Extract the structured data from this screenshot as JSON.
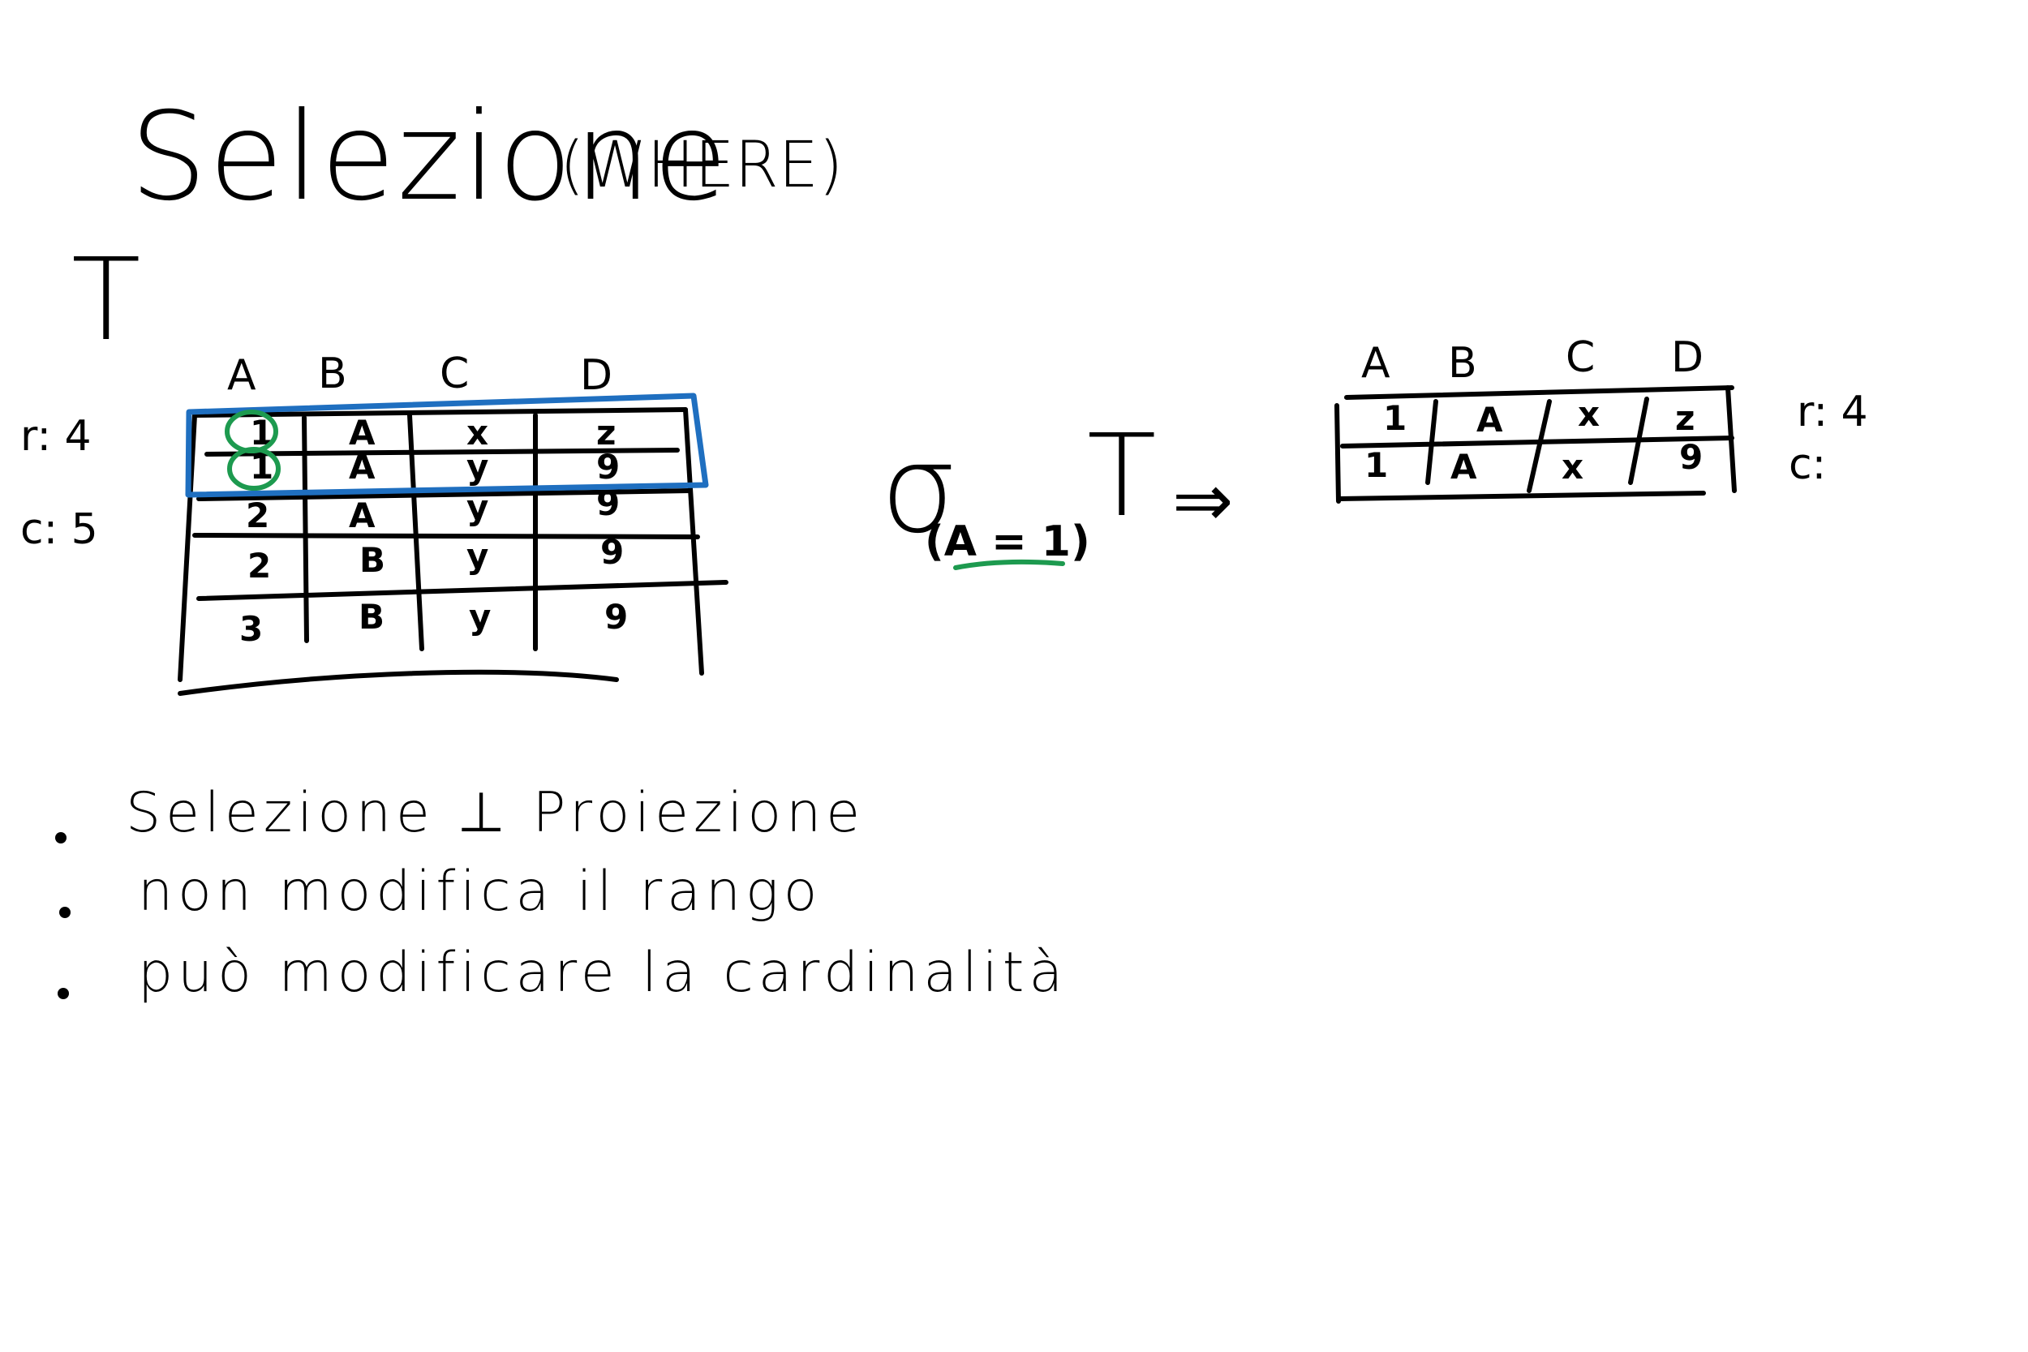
{
  "title": {
    "main": "Selezione",
    "paren": "(WHERE)"
  },
  "relation_name": "T",
  "left_table": {
    "side_r": "r: 4",
    "side_c": "c: 5",
    "headers": [
      "A",
      "B",
      "C",
      "D"
    ],
    "rows": [
      [
        "1",
        "A",
        "x",
        "z"
      ],
      [
        "1",
        "A",
        "y",
        "9"
      ],
      [
        "2",
        "A",
        "y",
        "9"
      ],
      [
        "2",
        "B",
        "y",
        "9"
      ],
      [
        "3",
        "B",
        "y",
        "9"
      ]
    ]
  },
  "operation": {
    "sigma": "σ",
    "condition": "(A = 1)",
    "relation": "T",
    "arrow": "⇒"
  },
  "right_table": {
    "side_r": "r: 4",
    "side_c": "c:",
    "headers": [
      "A",
      "B",
      "C",
      "D"
    ],
    "rows": [
      [
        "1",
        "A",
        "x",
        "z"
      ],
      [
        "1",
        "A",
        "x",
        "9"
      ]
    ]
  },
  "bullets": [
    "Selezione ⊥ Proiezione",
    "non modifica il rango",
    "può modificare la cardinalità"
  ],
  "colors": {
    "ink": "#000000",
    "highlight_box": "#1f6fc0",
    "highlight_mark": "#1d9a4f"
  }
}
